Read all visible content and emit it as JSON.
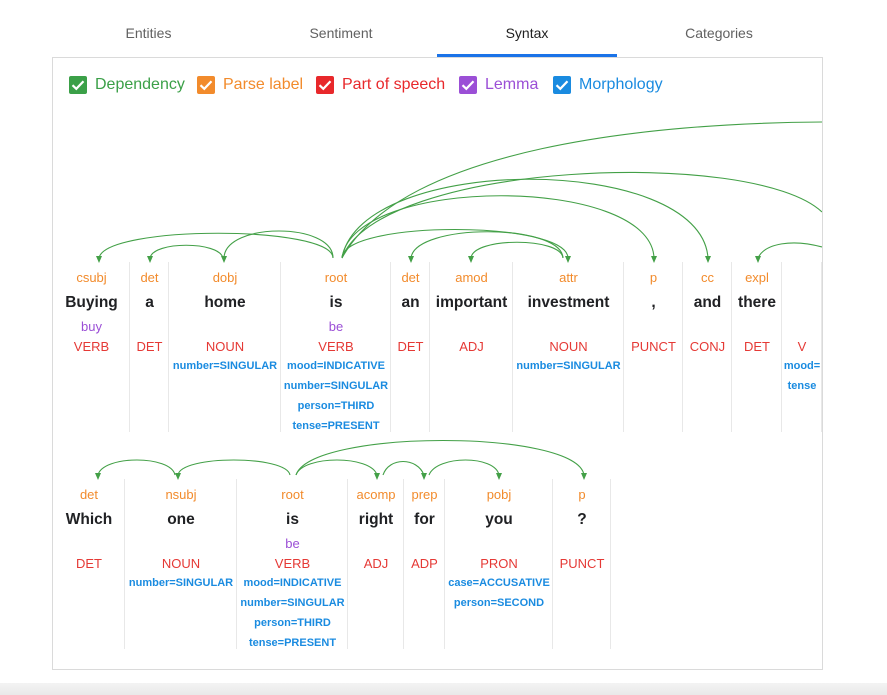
{
  "tabs": [
    "Entities",
    "Sentiment",
    "Syntax",
    "Categories"
  ],
  "active_tab": 2,
  "legend": [
    {
      "label": "Dependency",
      "color": "#3ba048"
    },
    {
      "label": "Parse label",
      "color": "#f28b2c"
    },
    {
      "label": "Part of speech",
      "color": "#e8282b"
    },
    {
      "label": "Lemma",
      "color": "#9b4fd6"
    },
    {
      "label": "Morphology",
      "color": "#1a8be0"
    }
  ],
  "sentences": [
    {
      "tokens": [
        {
          "label": "csubj",
          "word": "Buying",
          "lemma": "buy",
          "pos": "VERB",
          "morph": []
        },
        {
          "label": "det",
          "word": "a",
          "lemma": "",
          "pos": "DET",
          "morph": []
        },
        {
          "label": "dobj",
          "word": "home",
          "lemma": "",
          "pos": "NOUN",
          "morph": [
            "number=SINGULAR"
          ]
        },
        {
          "label": "root",
          "word": "is",
          "lemma": "be",
          "pos": "VERB",
          "morph": [
            "mood=INDICATIVE",
            "number=SINGULAR",
            "person=THIRD",
            "tense=PRESENT"
          ]
        },
        {
          "label": "det",
          "word": "an",
          "lemma": "",
          "pos": "DET",
          "morph": []
        },
        {
          "label": "amod",
          "word": "important",
          "lemma": "",
          "pos": "ADJ",
          "morph": []
        },
        {
          "label": "attr",
          "word": "investment",
          "lemma": "",
          "pos": "NOUN",
          "morph": [
            "number=SINGULAR"
          ]
        },
        {
          "label": "p",
          "word": ",",
          "lemma": "",
          "pos": "PUNCT",
          "morph": []
        },
        {
          "label": "cc",
          "word": "and",
          "lemma": "",
          "pos": "CONJ",
          "morph": []
        },
        {
          "label": "expl",
          "word": "there",
          "lemma": "",
          "pos": "DET",
          "morph": []
        },
        {
          "label": "",
          "word": "",
          "lemma": "",
          "pos": "V",
          "morph": [
            "mood=",
            "tense"
          ]
        }
      ]
    },
    {
      "tokens": [
        {
          "label": "det",
          "word": "Which",
          "lemma": "",
          "pos": "DET",
          "morph": []
        },
        {
          "label": "nsubj",
          "word": "one",
          "lemma": "",
          "pos": "NOUN",
          "morph": [
            "number=SINGULAR"
          ]
        },
        {
          "label": "root",
          "word": "is",
          "lemma": "be",
          "pos": "VERB",
          "morph": [
            "mood=INDICATIVE",
            "number=SINGULAR",
            "person=THIRD",
            "tense=PRESENT"
          ]
        },
        {
          "label": "acomp",
          "word": "right",
          "lemma": "",
          "pos": "ADJ",
          "morph": []
        },
        {
          "label": "prep",
          "word": "for",
          "lemma": "",
          "pos": "ADP",
          "morph": []
        },
        {
          "label": "pobj",
          "word": "you",
          "lemma": "",
          "pos": "PRON",
          "morph": [
            "case=ACCUSATIVE",
            "person=SECOND"
          ]
        },
        {
          "label": "p",
          "word": "?",
          "lemma": "",
          "pos": "PUNCT",
          "morph": []
        }
      ]
    }
  ]
}
